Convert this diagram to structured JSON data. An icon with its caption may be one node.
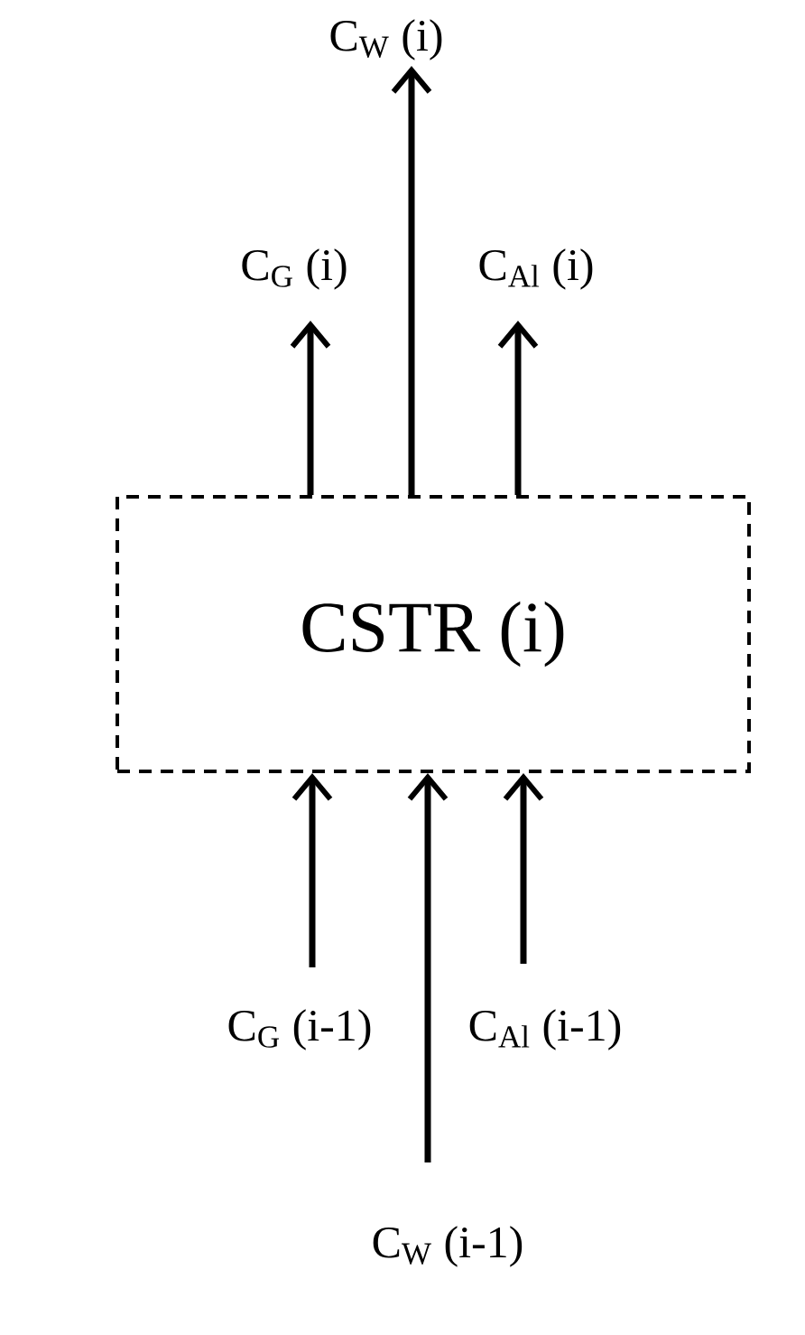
{
  "diagram": {
    "nodes": [
      {
        "text": [
          "CSTR (i)"
        ]
      },
      {
        "text": [
          "C$_{W}$ (i)"
        ]
      },
      {
        "text": [
          "C$_{G}$ (i)"
        ]
      },
      {
        "text": [
          "C$_{Al}$ (i)"
        ]
      },
      {
        "text": [
          "C$_{G}$ (i-1)"
        ]
      },
      {
        "text": [
          "C$_{Al}$ (i-1)"
        ]
      },
      {
        "text": [
          "C$_{W}$ (i-1)"
        ]
      }
    ],
    "edges": [
      {
        "from": 0,
        "to": 1,
        "arrow": "to"
      },
      {
        "from": 0,
        "to": 2,
        "arrow": "to"
      },
      {
        "from": 0,
        "to": 3,
        "arrow": "to"
      },
      {
        "from": 4,
        "to": 0,
        "arrow": "to"
      },
      {
        "from": 5,
        "to": 0,
        "arrow": "to"
      },
      {
        "from": 6,
        "to": 0,
        "arrow": "to"
      }
    ]
  }
}
